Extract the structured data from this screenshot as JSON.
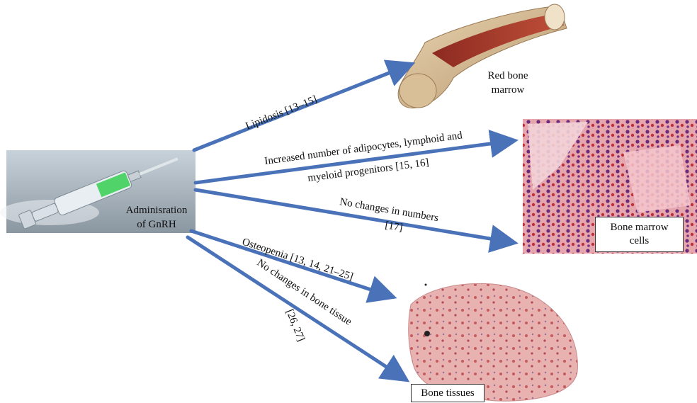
{
  "source": {
    "caption_line1": "Adminisration",
    "caption_line2": "of GnRH",
    "image_icon": "syringe-icon"
  },
  "targets": {
    "red_bone_marrow": {
      "line1": "Red bone",
      "line2": "marrow",
      "image_icon": "femur-icon"
    },
    "bone_marrow_cells": {
      "line1": "Bone marrow",
      "line2": "cells",
      "image_icon": "histology-icon"
    },
    "bone_tissues": {
      "line1": "Bone tissues",
      "image_icon": "histology-icon"
    }
  },
  "arrows": [
    {
      "label": "Lipidosis [13–15]"
    },
    {
      "label_line1": "Increased number of adipocytes, lymphoid and",
      "label_line2": "myeloid progenitors [15, 16]"
    },
    {
      "label_line1": "No changes in numbers",
      "label_line2": "[17]"
    },
    {
      "label": "Osteopenia [13, 14, 21–25]"
    },
    {
      "label_line1": "No changes in bone tissue",
      "label_line2": "[26, 27]"
    }
  ],
  "colors": {
    "arrow": "#4a72b8"
  }
}
